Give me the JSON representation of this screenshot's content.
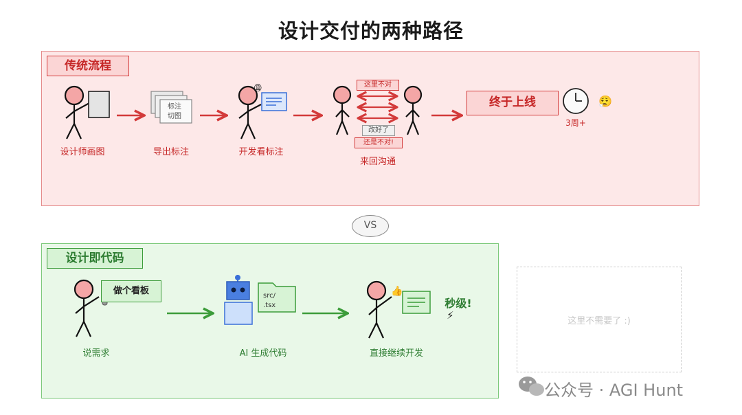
{
  "title": "设计交付的两种路径",
  "traditional": {
    "tag": "传统流程",
    "steps": [
      "设计师画图",
      "导出标注",
      "开发看标注",
      "来回沟通"
    ],
    "export_doc": {
      "line1": "标注",
      "line2": "切图"
    },
    "exchange": {
      "top": "这里不对",
      "middle": "改好了",
      "bottom": "还是不对!"
    },
    "final": "终于上线",
    "duration": "3周+",
    "emoji_dev": "😩",
    "emoji_final": "😮‍💨"
  },
  "vs": "VS",
  "design_as_code": {
    "tag": "设计即代码",
    "speech": "做个看板",
    "steps": [
      "说需求",
      "AI 生成代码",
      "直接继续开发"
    ],
    "folder": {
      "line1": "src/",
      "line2": ".tsx"
    },
    "speed": "秒级!",
    "emoji_thumb": "👍",
    "emoji_lightning": "⚡"
  },
  "placeholder": "这里不需要了 :)",
  "watermark": "公众号 · AGI Hunt",
  "colors": {
    "red": "#d33a3a",
    "green": "#3c9c3a",
    "pink": "#f4a6a6"
  }
}
